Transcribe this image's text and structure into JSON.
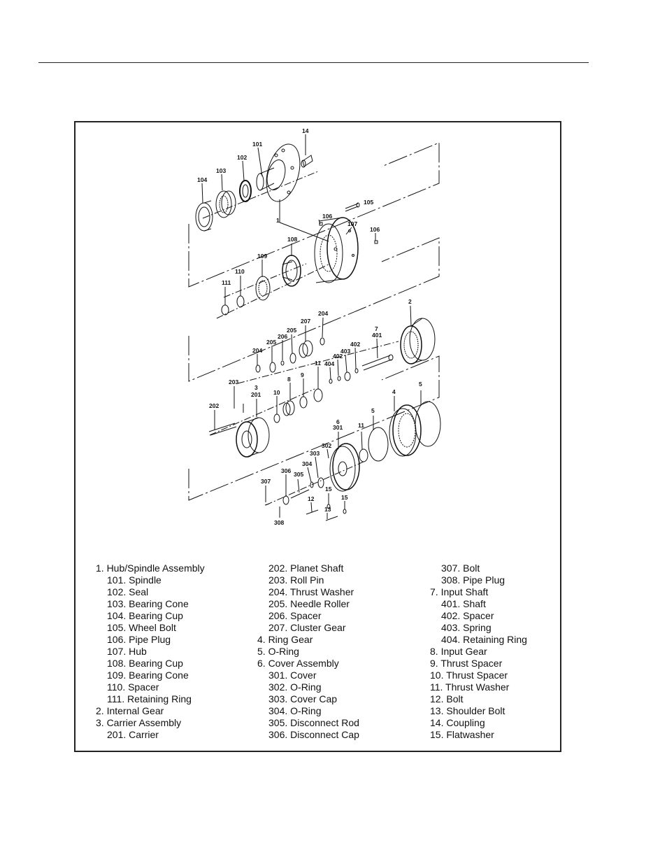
{
  "callouts": [
    {
      "id": "c14",
      "text": "14"
    },
    {
      "id": "c101",
      "text": "101"
    },
    {
      "id": "c102",
      "text": "102"
    },
    {
      "id": "c103",
      "text": "103"
    },
    {
      "id": "c104",
      "text": "104"
    },
    {
      "id": "c105",
      "text": "105"
    },
    {
      "id": "c1",
      "text": "1"
    },
    {
      "id": "c106a",
      "text": "106"
    },
    {
      "id": "c107",
      "text": "107"
    },
    {
      "id": "c106b",
      "text": "106"
    },
    {
      "id": "c108",
      "text": "108"
    },
    {
      "id": "c109",
      "text": "109"
    },
    {
      "id": "c110",
      "text": "110"
    },
    {
      "id": "c111",
      "text": "111"
    },
    {
      "id": "c2",
      "text": "2"
    },
    {
      "id": "c204a",
      "text": "204"
    },
    {
      "id": "c207",
      "text": "207"
    },
    {
      "id": "c205a",
      "text": "205"
    },
    {
      "id": "c206",
      "text": "206"
    },
    {
      "id": "c205b",
      "text": "205"
    },
    {
      "id": "c204b",
      "text": "204"
    },
    {
      "id": "c7",
      "text": "7"
    },
    {
      "id": "c401",
      "text": "401"
    },
    {
      "id": "c402a",
      "text": "402"
    },
    {
      "id": "c402b",
      "text": "402"
    },
    {
      "id": "c403",
      "text": "403"
    },
    {
      "id": "c404",
      "text": "404"
    },
    {
      "id": "c11a",
      "text": "11"
    },
    {
      "id": "c203",
      "text": "203"
    },
    {
      "id": "c3",
      "text": "3"
    },
    {
      "id": "c201",
      "text": "201"
    },
    {
      "id": "c8",
      "text": "8"
    },
    {
      "id": "c9",
      "text": "9"
    },
    {
      "id": "c10",
      "text": "10"
    },
    {
      "id": "c202",
      "text": "202"
    },
    {
      "id": "c5a",
      "text": "5"
    },
    {
      "id": "c4",
      "text": "4"
    },
    {
      "id": "c5b",
      "text": "5"
    },
    {
      "id": "c6",
      "text": "6"
    },
    {
      "id": "c301",
      "text": "301"
    },
    {
      "id": "c11b",
      "text": "11"
    },
    {
      "id": "c302",
      "text": "302"
    },
    {
      "id": "c303",
      "text": "303"
    },
    {
      "id": "c304",
      "text": "304"
    },
    {
      "id": "c306",
      "text": "306"
    },
    {
      "id": "c305",
      "text": "305"
    },
    {
      "id": "c307",
      "text": "307"
    },
    {
      "id": "c15a",
      "text": "15"
    },
    {
      "id": "c12",
      "text": "12"
    },
    {
      "id": "c15b",
      "text": "15"
    },
    {
      "id": "c13",
      "text": "13"
    },
    {
      "id": "c308",
      "text": "308"
    }
  ],
  "legend": {
    "col1": [
      {
        "text": "1. Hub/Spindle Assembly",
        "sub": false
      },
      {
        "text": "101. Spindle",
        "sub": true
      },
      {
        "text": "102. Seal",
        "sub": true
      },
      {
        "text": "103. Bearing Cone",
        "sub": true
      },
      {
        "text": "104. Bearing Cup",
        "sub": true
      },
      {
        "text": "105. Wheel Bolt",
        "sub": true
      },
      {
        "text": "106. Pipe Plug",
        "sub": true
      },
      {
        "text": "107. Hub",
        "sub": true
      },
      {
        "text": "108. Bearing Cup",
        "sub": true
      },
      {
        "text": "109. Bearing Cone",
        "sub": true
      },
      {
        "text": "110. Spacer",
        "sub": true
      },
      {
        "text": "111. Retaining Ring",
        "sub": true
      },
      {
        "text": "2. Internal Gear",
        "sub": false
      },
      {
        "text": "3. Carrier Assembly",
        "sub": false
      },
      {
        "text": "201. Carrier",
        "sub": true
      }
    ],
    "col2": [
      {
        "text": "202. Planet Shaft",
        "sub": true
      },
      {
        "text": "203. Roll Pin",
        "sub": true
      },
      {
        "text": "204. Thrust Washer",
        "sub": true
      },
      {
        "text": "205. Needle Roller",
        "sub": true
      },
      {
        "text": "206. Spacer",
        "sub": true
      },
      {
        "text": "207. Cluster Gear",
        "sub": true
      },
      {
        "text": "4. Ring Gear",
        "sub": false
      },
      {
        "text": "5. O-Ring",
        "sub": false
      },
      {
        "text": "6. Cover Assembly",
        "sub": false
      },
      {
        "text": "301. Cover",
        "sub": true
      },
      {
        "text": "302. O-Ring",
        "sub": true
      },
      {
        "text": "303. Cover Cap",
        "sub": true
      },
      {
        "text": "304. O-Ring",
        "sub": true
      },
      {
        "text": "305. Disconnect Rod",
        "sub": true
      },
      {
        "text": "306. Disconnect Cap",
        "sub": true
      }
    ],
    "col3": [
      {
        "text": "307. Bolt",
        "sub": true
      },
      {
        "text": "308. Pipe Plug",
        "sub": true
      },
      {
        "text": "7. Input Shaft",
        "sub": false
      },
      {
        "text": "401. Shaft",
        "sub": true
      },
      {
        "text": "402. Spacer",
        "sub": true
      },
      {
        "text": "403. Spring",
        "sub": true
      },
      {
        "text": "404. Retaining Ring",
        "sub": true
      },
      {
        "text": "8. Input Gear",
        "sub": false
      },
      {
        "text": "9. Thrust Spacer",
        "sub": false
      },
      {
        "text": "10. Thrust Spacer",
        "sub": false
      },
      {
        "text": "11. Thrust Washer",
        "sub": false
      },
      {
        "text": "12. Bolt",
        "sub": false
      },
      {
        "text": "13. Shoulder Bolt",
        "sub": false
      },
      {
        "text": "14. Coupling",
        "sub": false
      },
      {
        "text": "15. Flatwasher",
        "sub": false
      }
    ]
  }
}
